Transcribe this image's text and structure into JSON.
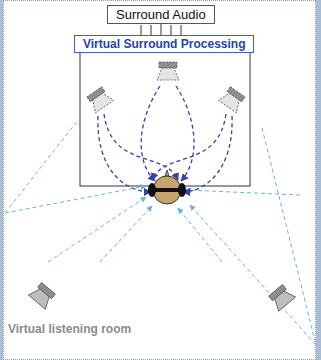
{
  "diagram": {
    "nodes": [
      {
        "text": [
          "Surround Audio"
        ]
      },
      {
        "text": [
          "Virtual Surround Processing"
        ]
      }
    ],
    "edges": [
      {
        "from": 0,
        "to": 1,
        "arrow": "none"
      }
    ],
    "labels": [
      "Virtual listening room"
    ]
  }
}
